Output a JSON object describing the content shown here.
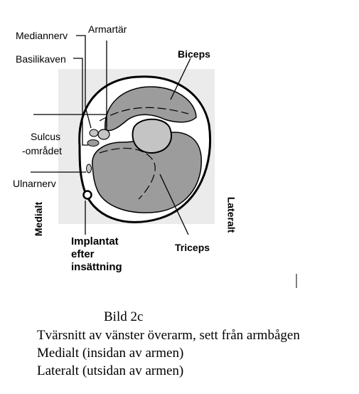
{
  "labels": {
    "mediannerv": "Mediannerv",
    "armartar": "Armartär",
    "basilikaven": "Basilikaven",
    "biceps": "Biceps",
    "sulcus_line1": "Sulcus",
    "sulcus_line2": "-området",
    "ulnarnerv": "Ulnarnerv",
    "medialt": "Medialt",
    "lateralt": "Lateralt",
    "implantat_line1": "Implantat",
    "implantat_line2": "efter",
    "implantat_line3": "insättning",
    "triceps": "Triceps"
  },
  "caption": {
    "title": "Bild 2c",
    "line1": "Tvärsnitt av vänster överarm, sett från armbågen",
    "line2": "Medialt (insidan av armen)",
    "line3": "Lateralt (utsidan av armen)"
  },
  "colors": {
    "background_panel": "#ebebeb",
    "muscle": "#9c9c9c",
    "bone": "#c4c4c4",
    "outline": "#000000"
  }
}
